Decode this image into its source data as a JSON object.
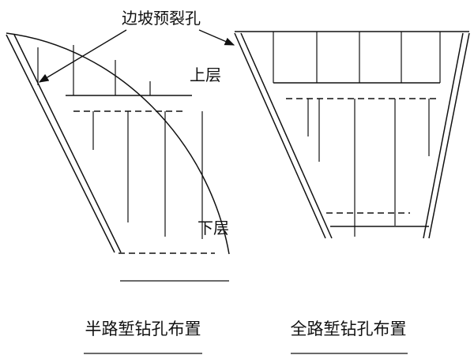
{
  "annotation": {
    "presplit_holes": "边坡预裂孔"
  },
  "half_section": {
    "upper_layer": "上层",
    "lower_layer": "下层",
    "caption": "半路堑钻孔布置"
  },
  "full_section": {
    "caption": "全路堑钻孔布置"
  },
  "colors": {
    "ink": "#111111",
    "background": "#ffffff"
  }
}
